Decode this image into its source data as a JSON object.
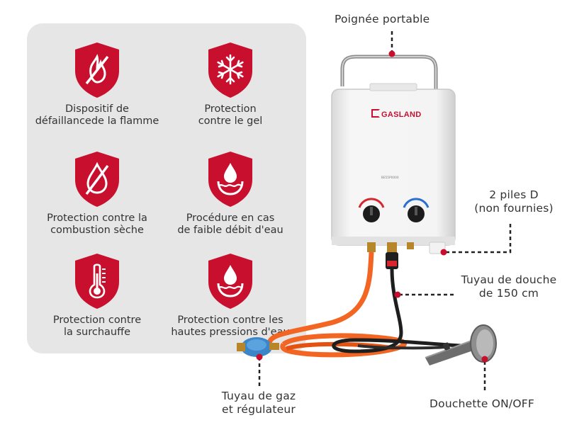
{
  "features": [
    {
      "icon": "no-flame-icon",
      "label": "Dispositif de\ndéfaillancede la flamme"
    },
    {
      "icon": "snowflake-icon",
      "label": "Protection\ncontre le gel"
    },
    {
      "icon": "no-drop-icon",
      "label": "Protection contre la\ncombustion sèche"
    },
    {
      "icon": "water-drop-icon",
      "label": "Procédure en cas\nde faible débit d'eau"
    },
    {
      "icon": "thermometer-icon",
      "label": "Protection contre\nla surchauffe"
    },
    {
      "icon": "pressure-drop-icon",
      "label": "Protection contre les\nhautes pressions d'eau"
    }
  ],
  "product": {
    "brand": "GASLAND",
    "model_label": "BE55P0000"
  },
  "callouts": {
    "handle": "Poignée portable",
    "batteries": "2 piles D\n(non fournies)",
    "shower_hose": "Tuyau de douche\nde 150 cm",
    "gas_hose": "Tuyau de gaz\net régulateur",
    "shower_head": "Douchette ON/OFF"
  },
  "colors": {
    "accent": "#c8102e",
    "panel": "#e6e6e6",
    "hose_orange": "#f26522",
    "regulator_blue": "#3a86c8"
  }
}
